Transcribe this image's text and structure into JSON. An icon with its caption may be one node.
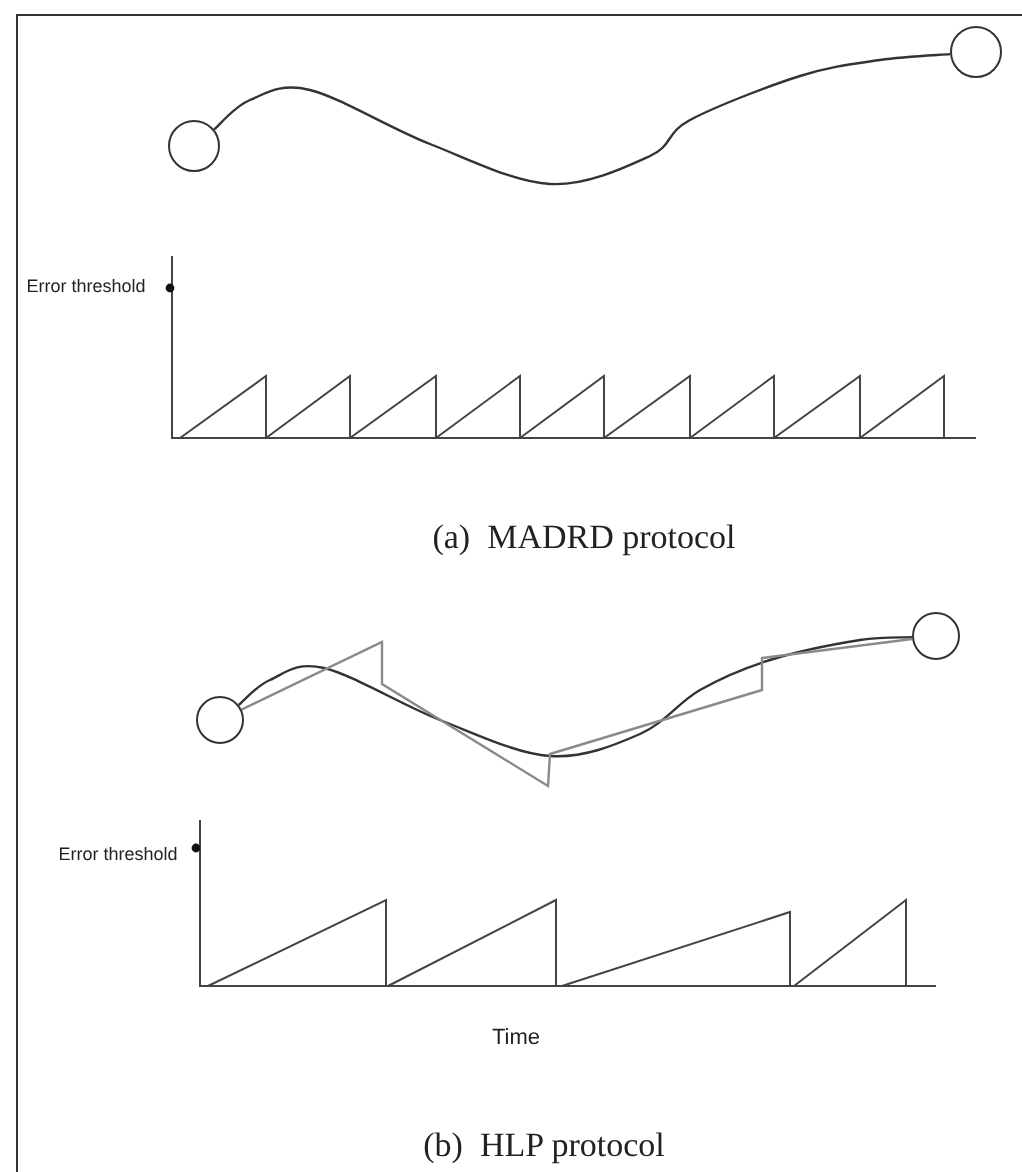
{
  "diagram": {
    "nodes": [
      {
        "text": [],
        "shape": "circle"
      },
      {
        "text": [],
        "shape": "circle"
      },
      {
        "text": [],
        "shape": "circle"
      },
      {
        "text": [],
        "shape": "circle"
      }
    ],
    "edges": [
      {
        "from": 0,
        "to": 1,
        "arrow": "none"
      },
      {
        "from": 2,
        "to": 3,
        "arrow": "none"
      },
      {
        "from": 2,
        "to": 3,
        "arrow": "none",
        "color": "#8a8a8a"
      }
    ],
    "labels": [
      "Error threshold",
      "(a)  MADRD protocol",
      "Error threshold",
      "Time",
      "(b)  HLP protocol"
    ]
  }
}
